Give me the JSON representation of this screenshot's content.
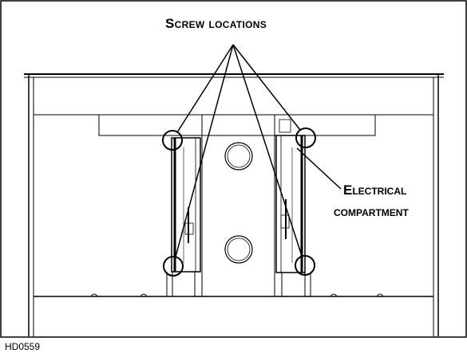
{
  "figure": {
    "callout_top": "Screw locations",
    "callout_right_line1": "Electrical",
    "callout_right_line2": "compartment",
    "figure_id": "HD0559"
  },
  "colors": {
    "line": "#000000",
    "background": "#ffffff"
  }
}
